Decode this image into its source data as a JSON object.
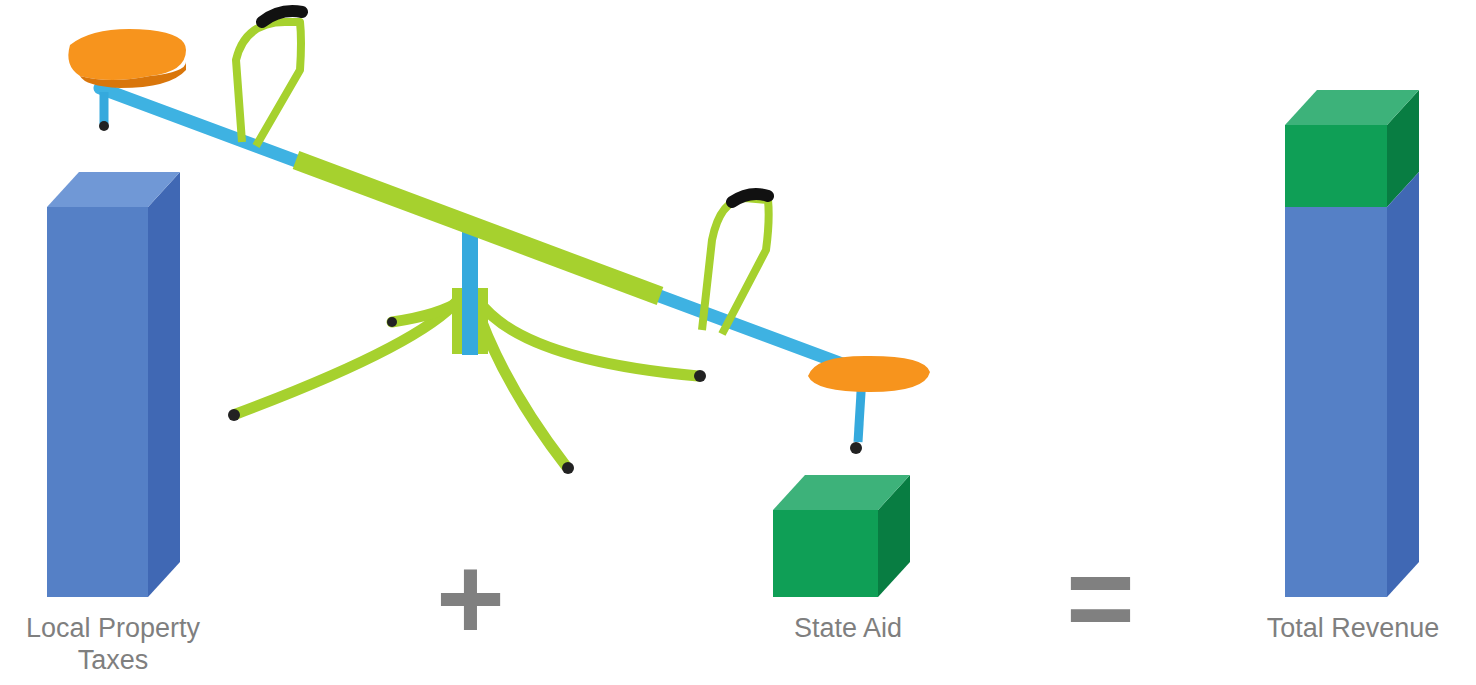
{
  "diagram": {
    "nodes": [
      {
        "text": [
          "Local Property Taxes"
        ]
      },
      {
        "text": [
          "State Aid"
        ]
      },
      {
        "text": [
          "Total Revenue"
        ]
      }
    ],
    "labels": [
      "+",
      "="
    ]
  }
}
